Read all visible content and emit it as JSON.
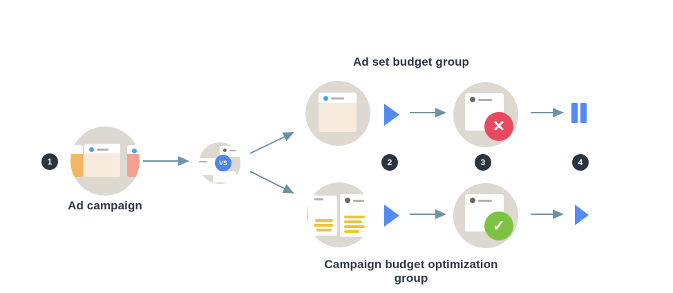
{
  "steps": {
    "step1_badge": "1",
    "step2_badge": "2",
    "step3_badge": "3",
    "step4_badge": "4"
  },
  "labels": {
    "ad_campaign": "Ad campaign",
    "vs": "VS",
    "top_group_title": "Ad set budget group",
    "bottom_group_title": "Campaign budget optimization group"
  },
  "icons": {
    "error_glyph": "✕",
    "success_glyph": "✓",
    "play": "play-icon",
    "pause": "pause-icon"
  },
  "colors": {
    "background": "#ffffff",
    "node_circle": "#ddd8d0",
    "step_badge": "#2b3540",
    "step_badge_text": "#ffffff",
    "label_text": "#2d3646",
    "arrow": "#6e93a2",
    "accent_blue": "#548af3",
    "vs_badge_blue": "#4a87ee",
    "card_white": "#ffffff",
    "card_body_cream": "#f7ebdd",
    "card_body_orange": "#f4b65f",
    "card_body_salmon": "#f6a093",
    "dot_blue": "#41aadf",
    "dot_gray": "#6e6862",
    "line_gray": "#b4b0aa",
    "error_red": "#e8495f",
    "success_green": "#7dc342",
    "highlight_yellow": "#f1c33c"
  }
}
